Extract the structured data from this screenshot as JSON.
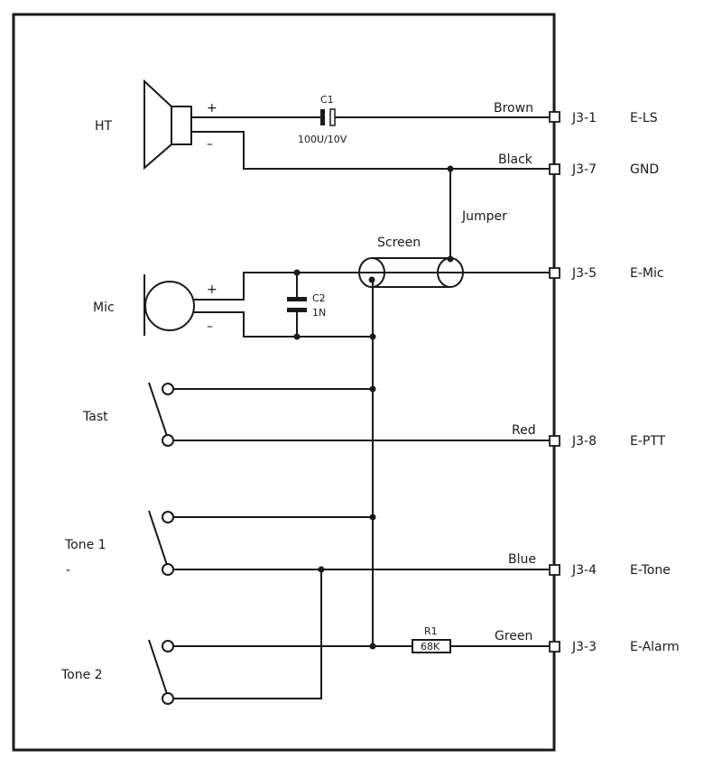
{
  "components": {
    "speaker": "HT",
    "microphone": "Mic",
    "tast_switch": "Tast",
    "tone1_switch": "Tone 1",
    "tone1_mark": "-",
    "tone2_switch": "Tone 2",
    "plus": "+",
    "minus": "–",
    "c1_name": "C1",
    "c1_value": "100U/10V",
    "c2_name": "C2",
    "c2_value": "1N",
    "r1_name": "R1",
    "r1_value": "68K",
    "jumper": "Jumper",
    "screen": "Screen"
  },
  "wire_colors": {
    "brown": "Brown",
    "black": "Black",
    "red": "Red",
    "blue": "Blue",
    "green": "Green"
  },
  "connector": [
    {
      "pin": "J3-1",
      "signal": "E-LS"
    },
    {
      "pin": "J3-7",
      "signal": "GND"
    },
    {
      "pin": "J3-5",
      "signal": "E-Mic"
    },
    {
      "pin": "J3-8",
      "signal": "E-PTT"
    },
    {
      "pin": "J3-4",
      "signal": "E-Tone"
    },
    {
      "pin": "J3-3",
      "signal": "E-Alarm"
    }
  ]
}
